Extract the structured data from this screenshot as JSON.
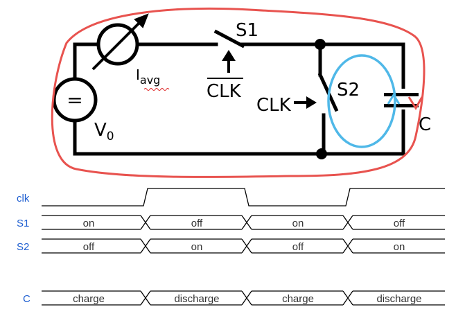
{
  "circuit": {
    "source_label": "=",
    "v_label": "V",
    "v_sub": "0",
    "meter_label": "I",
    "meter_sub": "avg",
    "s1_label": "S1",
    "s1_control": "CLK",
    "s2_label": "S2",
    "s2_control": "CLK",
    "cap_label": "C"
  },
  "timing": {
    "rows": [
      {
        "label": "clk",
        "segments": []
      },
      {
        "label": "S1",
        "segments": [
          "on",
          "off",
          "on",
          "off"
        ]
      },
      {
        "label": "S2",
        "segments": [
          "off",
          "on",
          "off",
          "on"
        ]
      },
      {
        "label": "C",
        "segments": [
          "charge",
          "discharge",
          "charge",
          "discharge"
        ]
      }
    ],
    "clk_levels": [
      0,
      1,
      0,
      1
    ]
  },
  "colors": {
    "outer_loop": "#e8534f",
    "inner_loop": "#4fb8e8",
    "label_blue": "#1f5fd1"
  }
}
